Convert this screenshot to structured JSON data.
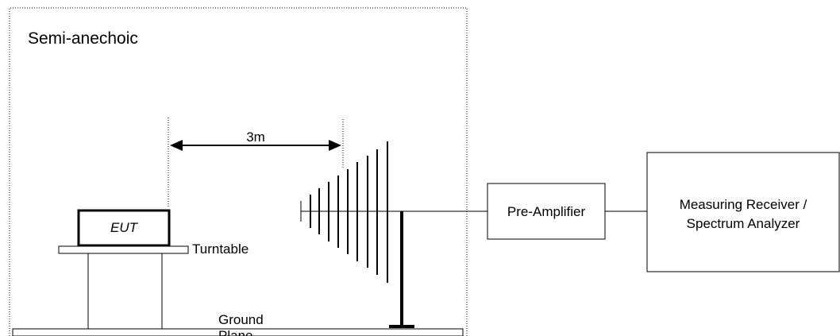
{
  "chamber": {
    "label": "Semi-anechoic"
  },
  "distance": {
    "label": "3m"
  },
  "eut": {
    "label": "EUT"
  },
  "turntable": {
    "label": "Turntable"
  },
  "ground_plane": {
    "label_line1": "Ground",
    "label_line2": "Plane"
  },
  "preamp": {
    "label": "Pre-Amplifier"
  },
  "receiver": {
    "label_line1": "Measuring Receiver /",
    "label_line2": "Spectrum Analyzer"
  }
}
